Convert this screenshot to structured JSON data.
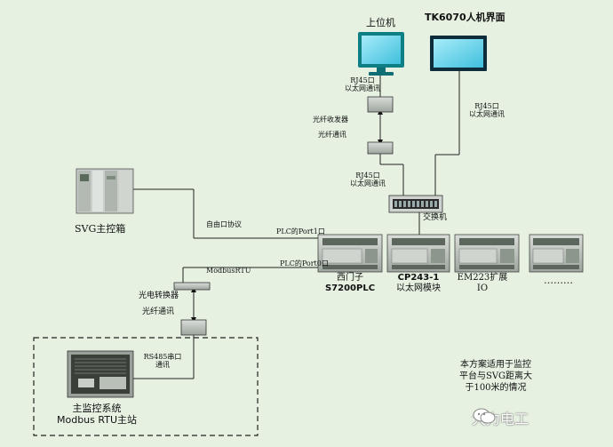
{
  "devices": {
    "upper_pc": "上位机",
    "hmi": "TK6070人机界面",
    "svg_cabinet": "SVG主控箱",
    "switch": "交换机",
    "plc_line1": "西门子",
    "plc_line2": "S7200PLC",
    "cp_line1": "CP243-1",
    "cp_line2": "以太网模块",
    "em_line1": "EM223扩展",
    "em_line2": "IO",
    "ellipsis": "………",
    "master_line1": "主监控系统",
    "master_line2": "Modbus RTU主站"
  },
  "links": {
    "rj45_a_1": "RJ45口",
    "rj45_a_2": "以太网通讯",
    "fiber_tx": "光纤收发器",
    "fiber_comm_a": "光纤通讯",
    "rj45_b_1": "RJ45口",
    "rj45_b_2": "以太网通讯",
    "rj45_c_1": "RJ45口",
    "rj45_c_2": "以太网通讯",
    "free_port": "自由口协议",
    "port1": "PLC的Port1口",
    "port0": "PLC的Port0口",
    "modbus_rtu": "ModbusRTU",
    "optic_conv": "光电转换器",
    "fiber_comm_b": "光纤通讯",
    "rs485_1": "RS485串口",
    "rs485_2": "通讯"
  },
  "note": [
    "本方案适用于监控",
    "平台与SVG距离大",
    "于100米的情况"
  ],
  "watermark": "大力电工",
  "colors": {
    "background": "#e6f1e2",
    "line": "#222222",
    "monitor_frame": "#0f7f86",
    "monitor_screen": "#6fd6ee",
    "device_gray": "#b9bfb9"
  }
}
